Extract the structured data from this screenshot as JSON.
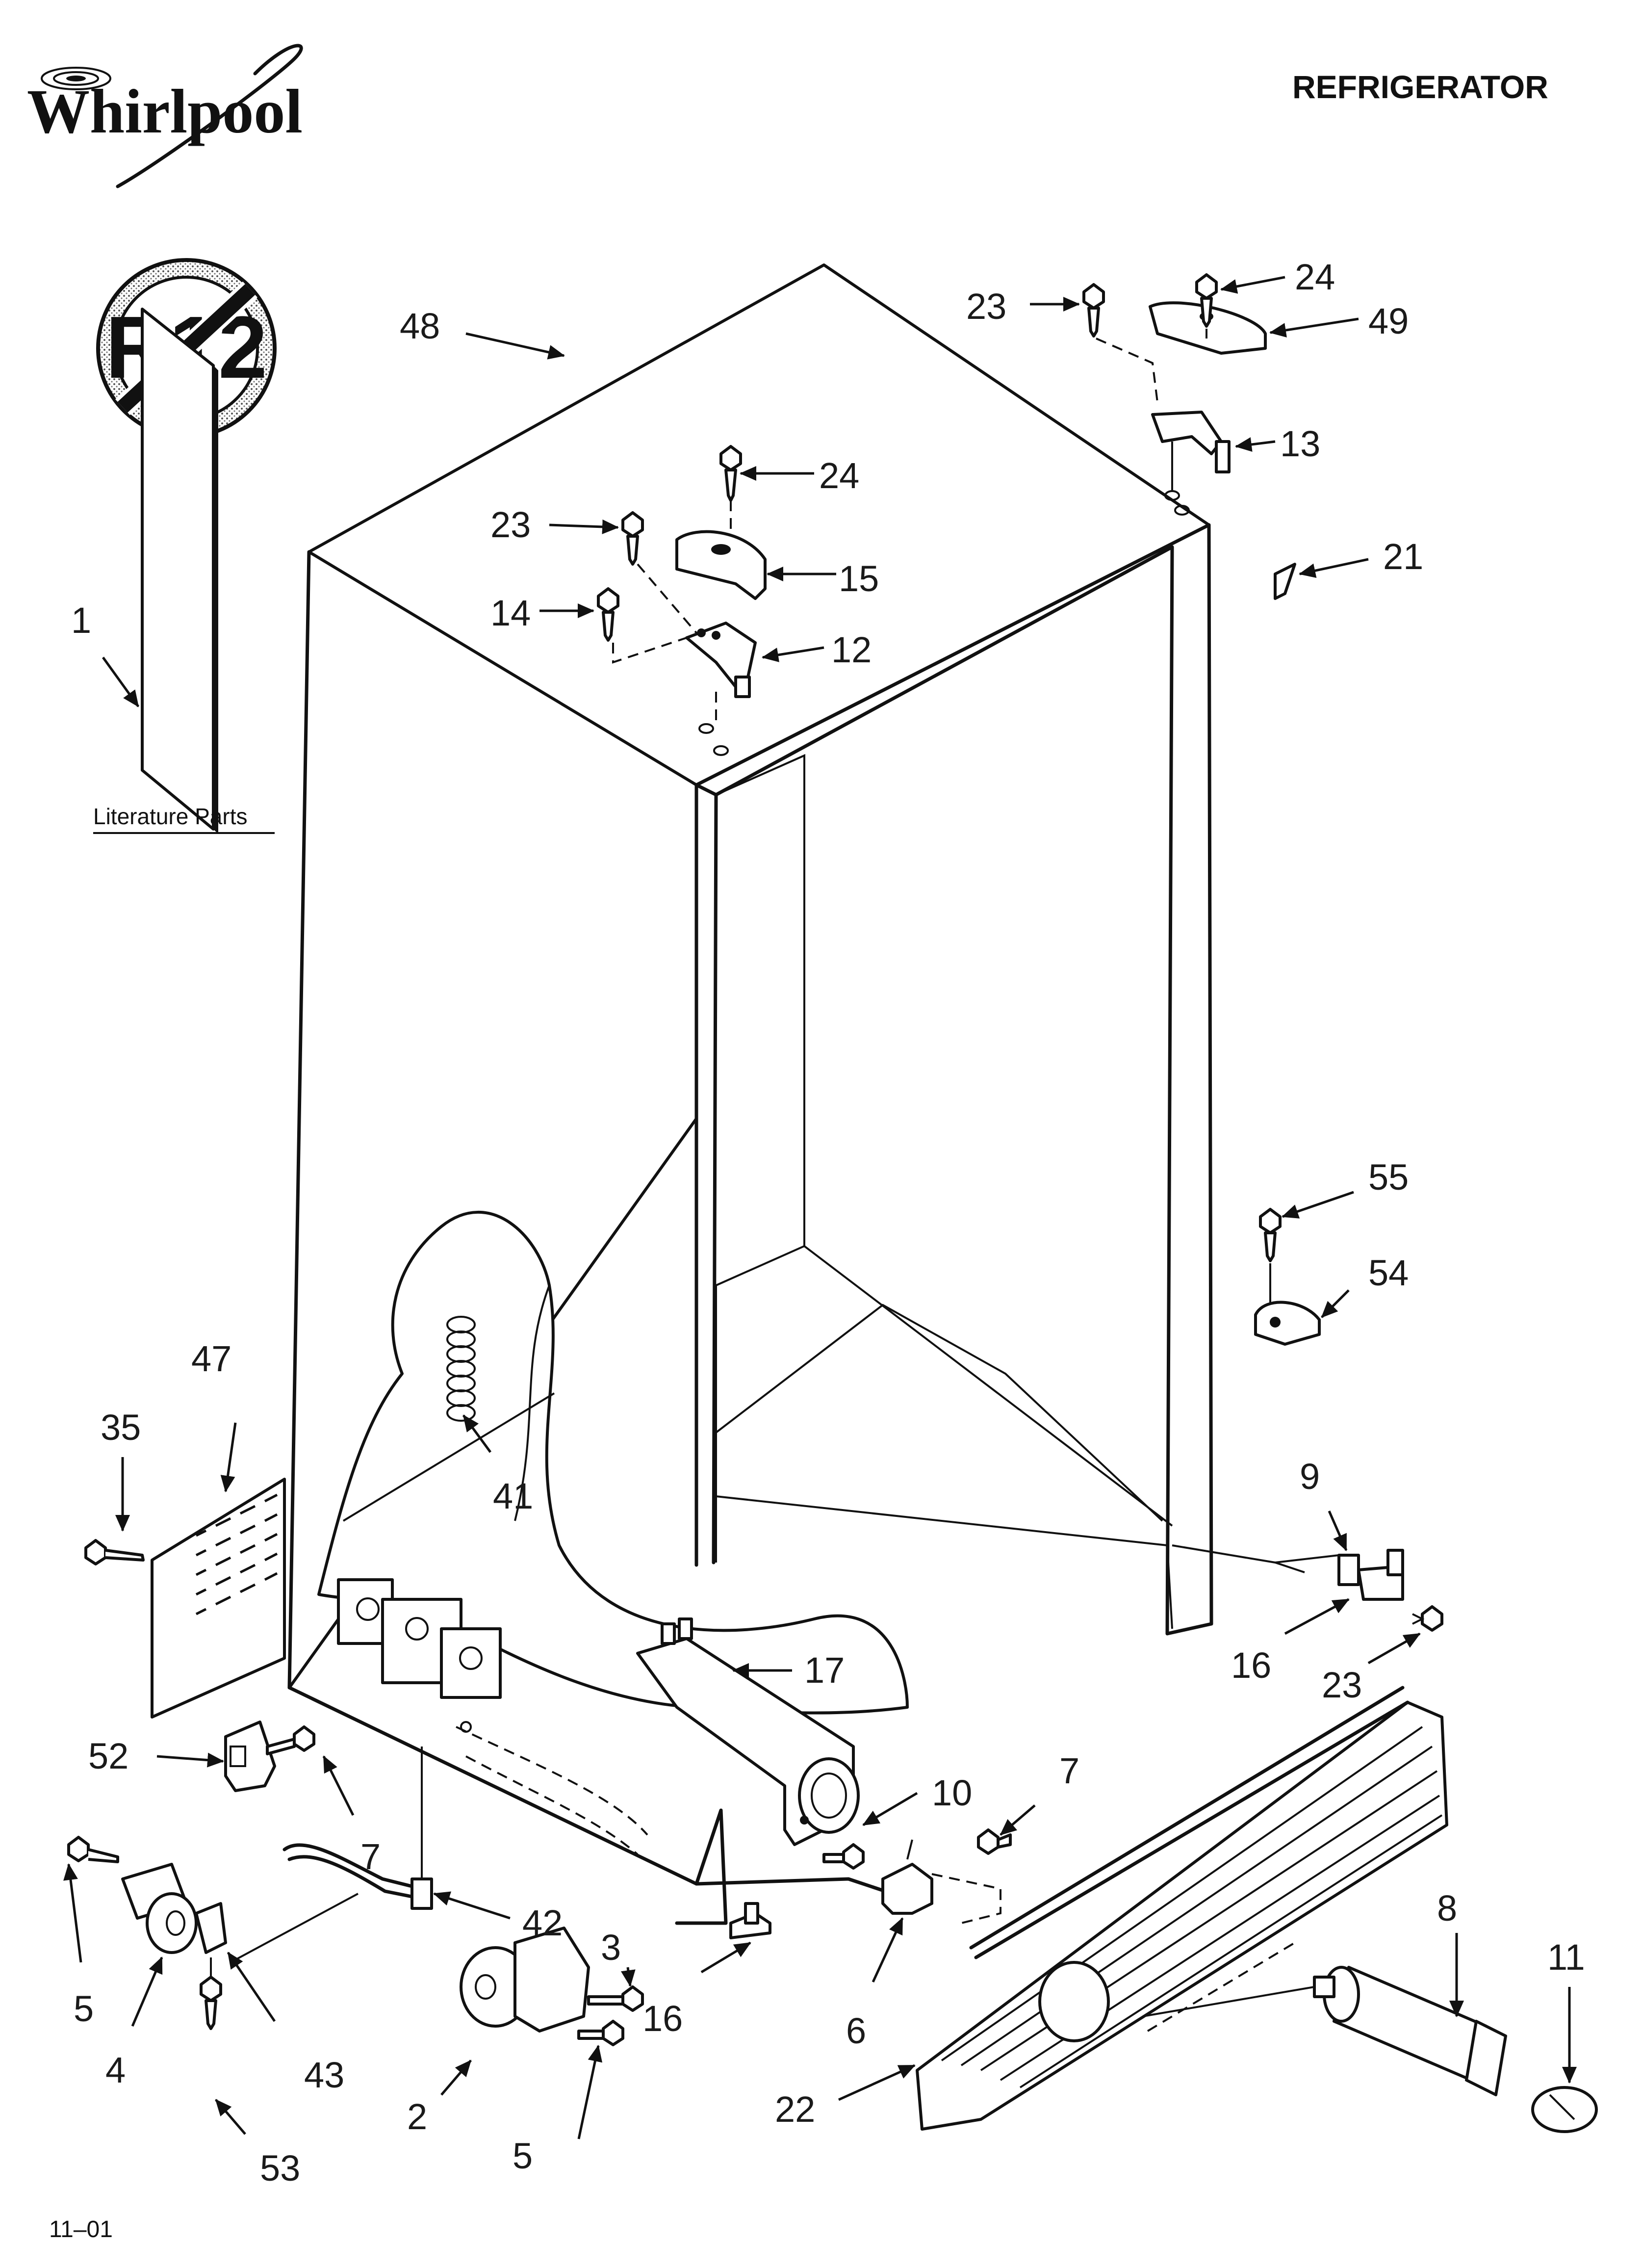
{
  "header": {
    "brand": "Whirlpool",
    "title": "REFRIGERATOR"
  },
  "badge": {
    "text": "R12"
  },
  "literature": {
    "label": "Literature Parts"
  },
  "footer": {
    "code": "11–01"
  },
  "callouts": {
    "c1": "1",
    "c2": "2",
    "c3": "3",
    "c4": "4",
    "c5a": "5",
    "c5b": "5",
    "c6": "6",
    "c7a": "7",
    "c7b": "7",
    "c8": "8",
    "c9": "9",
    "c10": "10",
    "c11": "11",
    "c12": "12",
    "c13": "13",
    "c14": "14",
    "c15": "15",
    "c16a": "16",
    "c16b": "16",
    "c17": "17",
    "c21": "21",
    "c22": "22",
    "c23a": "23",
    "c23b": "23",
    "c23c": "23",
    "c24a": "24",
    "c24b": "24",
    "c35": "35",
    "c41": "41",
    "c42": "42",
    "c43": "43",
    "c47": "47",
    "c48": "48",
    "c49": "49",
    "c52": "52",
    "c53": "53",
    "c54": "54",
    "c55": "55"
  }
}
